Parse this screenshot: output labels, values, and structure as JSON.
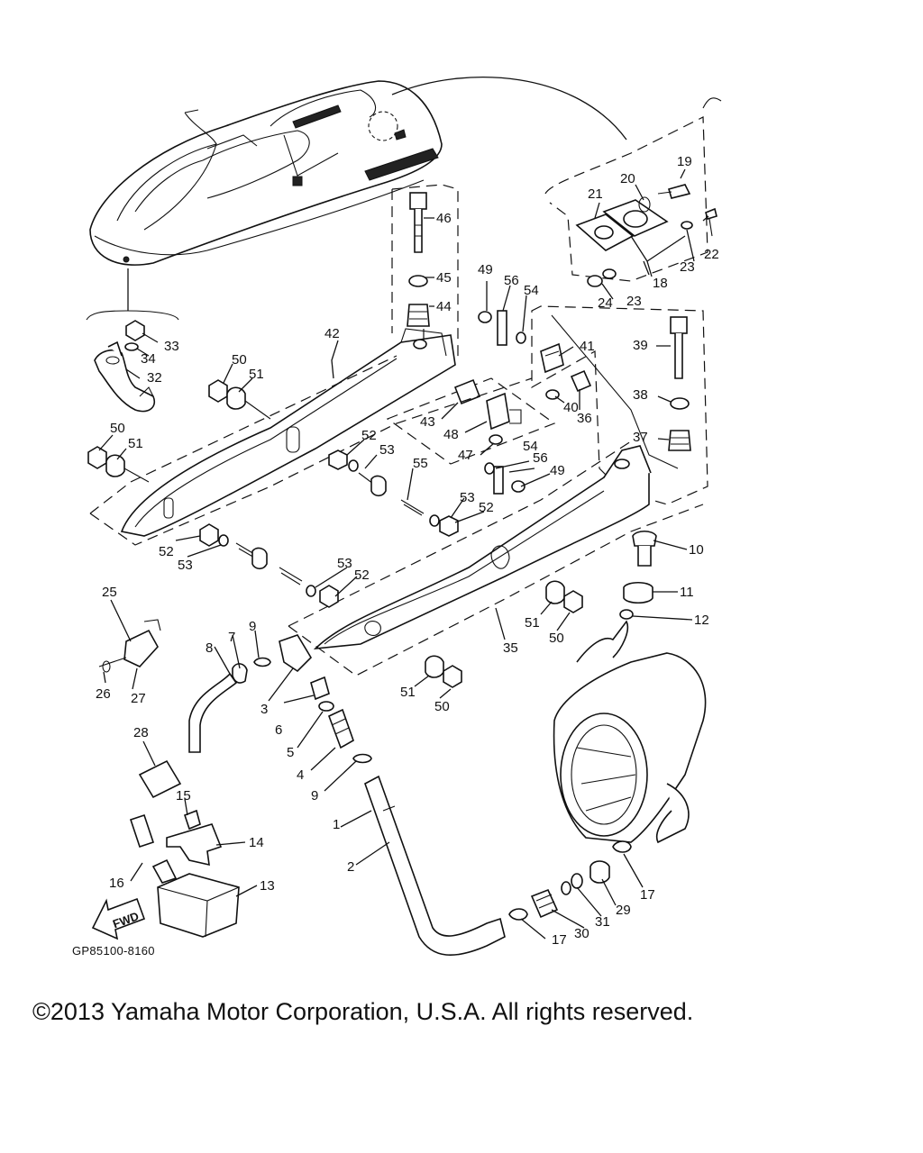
{
  "diagram": {
    "code": "GP85100-8160",
    "fwd_label": "FWD",
    "callouts": {
      "p1": "1",
      "p2": "2",
      "p3": "3",
      "p4": "4",
      "p5": "5",
      "p6": "6",
      "p7": "7",
      "p8": "8",
      "p9a": "9",
      "p9b": "9",
      "p10": "10",
      "p11": "11",
      "p12": "12",
      "p13": "13",
      "p14": "14",
      "p15": "15",
      "p16": "16",
      "p17a": "17",
      "p17b": "17",
      "p18": "18",
      "p19": "19",
      "p20": "20",
      "p21": "21",
      "p22": "22",
      "p23a": "23",
      "p23b": "23",
      "p24": "24",
      "p25": "25",
      "p26": "26",
      "p27": "27",
      "p28": "28",
      "p29": "29",
      "p30": "30",
      "p31": "31",
      "p32": "32",
      "p33": "33",
      "p34": "34",
      "p35": "35",
      "p36": "36",
      "p37": "37",
      "p38": "38",
      "p39": "39",
      "p40": "40",
      "p41": "41",
      "p42": "42",
      "p43": "43",
      "p44": "44",
      "p45": "45",
      "p46": "46",
      "p47": "47",
      "p48": "48",
      "p49a": "49",
      "p49b": "49",
      "p50a": "50",
      "p50b": "50",
      "p50c": "50",
      "p50d": "50",
      "p51a": "51",
      "p51b": "51",
      "p51c": "51",
      "p51d": "51",
      "p52a": "52",
      "p52b": "52",
      "p52c": "52",
      "p52d": "52",
      "p53a": "53",
      "p53b": "53",
      "p53c": "53",
      "p53d": "53",
      "p54a": "54",
      "p54b": "54",
      "p55": "55",
      "p56a": "56",
      "p56b": "56"
    }
  },
  "footer": {
    "copyright": "©2013 Yamaha Motor Corporation, U.S.A. All rights reserved."
  }
}
